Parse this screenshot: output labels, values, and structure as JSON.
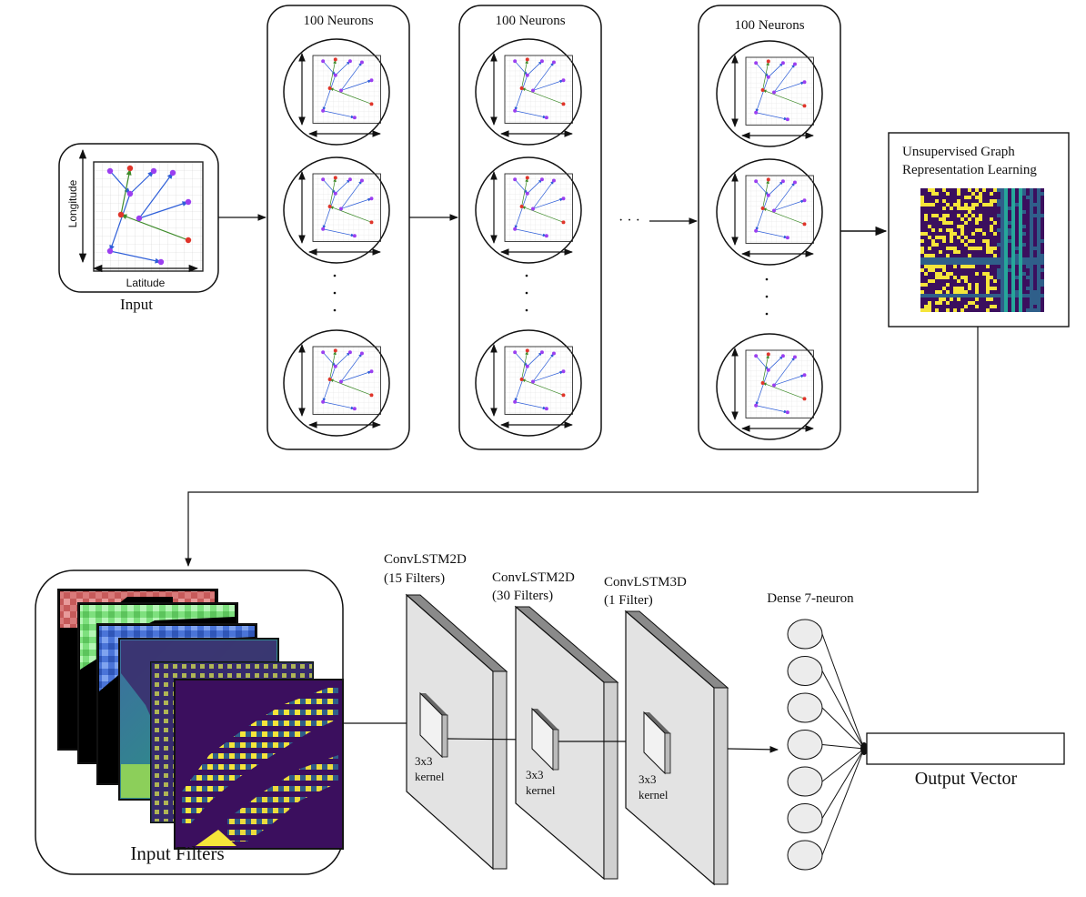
{
  "input": {
    "label": "Input",
    "xlabel": "Latitude",
    "ylabel": "Longitude"
  },
  "layers": [
    {
      "label": "100 Neurons"
    },
    {
      "label": "100 Neurons"
    },
    {
      "label": "100 Neurons"
    }
  ],
  "ellipsis_h": "· · ·",
  "graph_learning": {
    "title_line1": "Unsupervised Graph",
    "title_line2": "Representation Learning"
  },
  "input_filters": {
    "label": "Input Filters"
  },
  "conv_blocks": [
    {
      "title_line1": "ConvLSTM2D",
      "title_line2": "(15 Filters)",
      "kernel_line1": "3x3",
      "kernel_line2": "kernel"
    },
    {
      "title_line1": "ConvLSTM2D",
      "title_line2": "(30 Filters)",
      "kernel_line1": "3x3",
      "kernel_line2": "kernel"
    },
    {
      "title_line1": "ConvLSTM3D",
      "title_line2": "(1 Filter)",
      "kernel_line1": "3x3",
      "kernel_line2": "kernel"
    }
  ],
  "dense": {
    "label": "Dense 7-neuron",
    "neurons": 7
  },
  "output": {
    "label": "Output Vector"
  },
  "colors": {
    "purple_node": "#9b3ff0",
    "red_node": "#e0342a",
    "blue_edge": "#2f5fd8",
    "green_edge": "#3e8b2a",
    "viridis_dark": "#3b0f5e",
    "viridis_yellow": "#f5e53a",
    "viridis_teal": "#26a69a",
    "viridis_blue": "#2f5f8a"
  }
}
